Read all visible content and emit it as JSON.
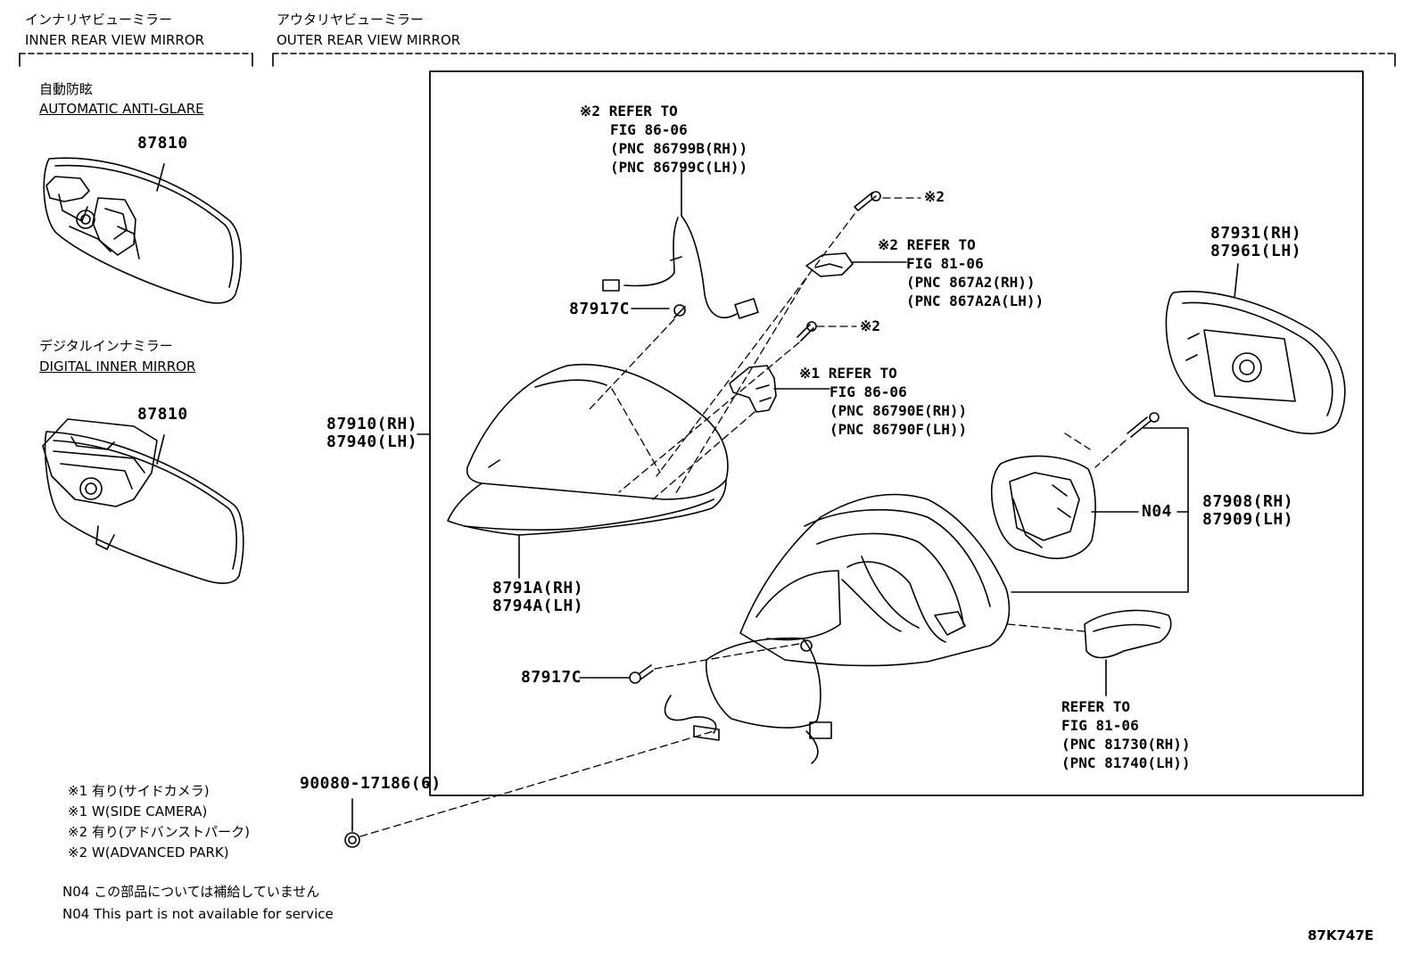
{
  "sections": {
    "inner": {
      "title_jp": "インナリヤビューミラー",
      "title_en": "INNER REAR VIEW MIRROR"
    },
    "outer": {
      "title_jp": "アウタリヤビューミラー",
      "title_en": "OUTER REAR VIEW MIRROR"
    }
  },
  "inner_variants": {
    "auto": {
      "label_jp": "自動防眩",
      "label_en": "AUTOMATIC ANTI-GLARE",
      "part": "87810"
    },
    "digital": {
      "label_jp": "デジタルインナミラー",
      "label_en": "DIGITAL INNER MIRROR",
      "part": "87810"
    }
  },
  "parts": {
    "mirror_assy": {
      "rh": "87910(RH)",
      "lh": "87940(LH)"
    },
    "cover": {
      "rh": "8791A(RH)",
      "lh": "8794A(LH)"
    },
    "mirror_glass": {
      "rh": "87931(RH)",
      "lh": "87961(LH)"
    },
    "actuator": {
      "rh": "87908(RH)",
      "lh": "87909(LH)"
    },
    "screw_top": "87917C",
    "screw_bottom": "87917C",
    "nut": "90080-17186(6)",
    "n04": "N04"
  },
  "refs": {
    "cable": {
      "mark": "※2",
      "lines": [
        "REFER TO",
        "FIG 86-06",
        "(PNC 86799B(RH))",
        "(PNC 86799C(LH))"
      ]
    },
    "sensor": {
      "mark": "※2",
      "lines": [
        "REFER TO",
        "FIG 81-06",
        "(PNC 867A2(RH))",
        "(PNC 867A2A(LH))"
      ]
    },
    "camera": {
      "mark": "※1",
      "lines": [
        "REFER TO",
        "FIG 86-06",
        "(PNC 86790E(RH))",
        "(PNC 86790F(LH))"
      ]
    },
    "turn_lamp": {
      "lines": [
        "REFER TO",
        "FIG 81-06",
        "(PNC 81730(RH))",
        "(PNC 81740(LH))"
      ]
    }
  },
  "marks": {
    "screw1": "※2",
    "screw2": "※2"
  },
  "legend": [
    "※1 有り(サイドカメラ)",
    "※1 W(SIDE CAMERA)",
    "※2 有り(アドバンストパーク)",
    "※2 W(ADVANCED PARK)"
  ],
  "notes": {
    "jp": "N04 この部品については補給していません",
    "en": "N04 This part is not available for service"
  },
  "figure_code": "87K747E"
}
